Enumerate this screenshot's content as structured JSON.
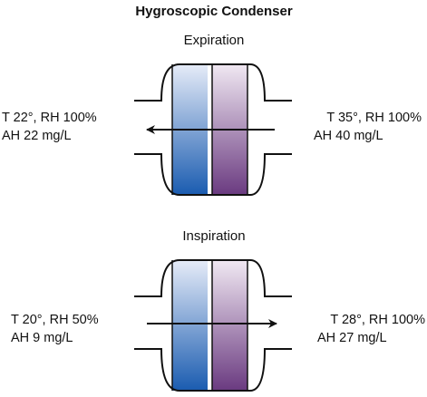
{
  "title": "Hygroscopic Condenser",
  "expiration": {
    "label": "Expiration",
    "left_line1": "T 22°, RH 100%",
    "left_line2": "AH 22 mg/L",
    "right_line1": "T 35°, RH 100%",
    "right_line2": "AH 40 mg/L",
    "flow_direction": "right-to-left"
  },
  "inspiration": {
    "label": "Inspiration",
    "left_line1": "T 20°, RH 50%",
    "left_line2": "AH 9 mg/L",
    "right_line1": "T 28°, RH 100%",
    "right_line2": "AH 27 mg/L",
    "flow_direction": "left-to-right"
  },
  "colors": {
    "outline": "#111111",
    "blue_dark": "#1a5cb0",
    "blue_light": "#e6ecf8",
    "purple_dark": "#6a3a80",
    "purple_light": "#f0e8f2"
  }
}
